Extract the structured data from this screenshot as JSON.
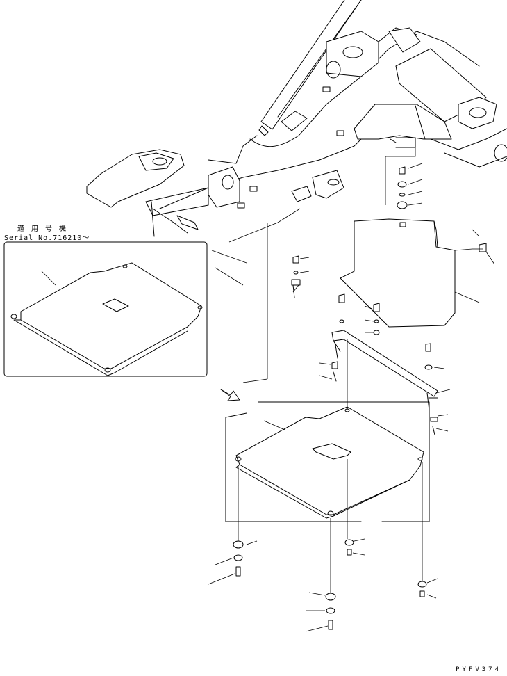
{
  "applicability": {
    "line1": "適 用 号 機",
    "line2": "Serial No.716210～"
  },
  "drawing_code": "PYFV374"
}
